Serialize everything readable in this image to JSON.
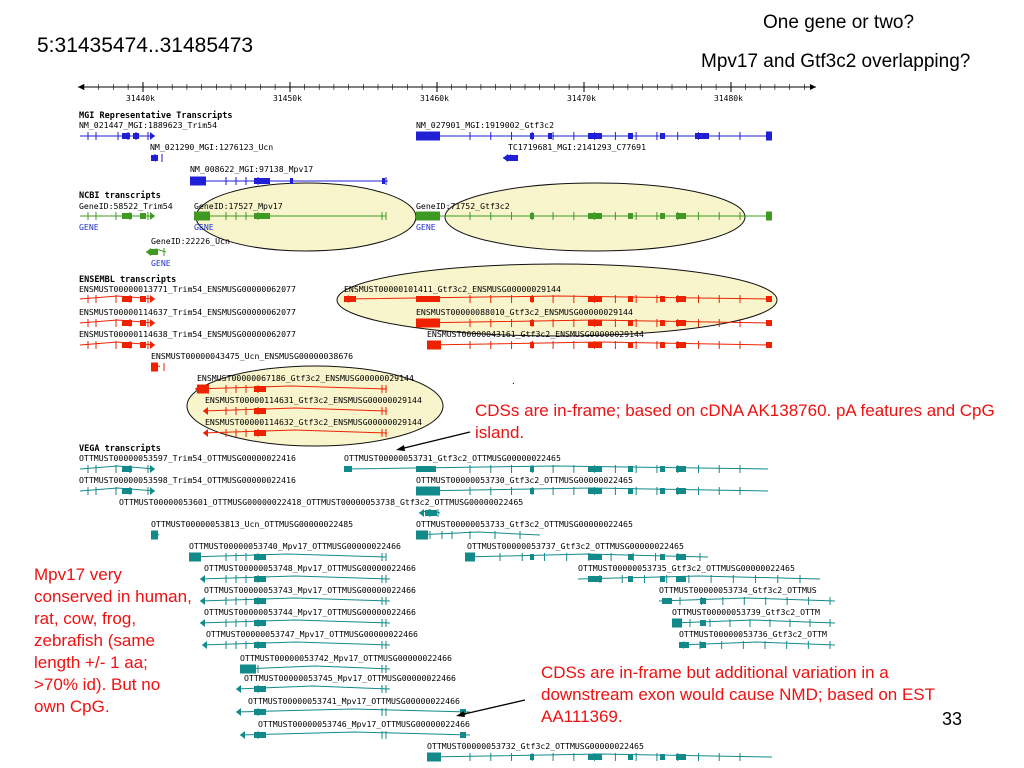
{
  "header": {
    "region": "5:31435474..31485473",
    "question_line1": "One gene or two?",
    "question_line2": "Mpv17 and Gtf3c2 overlapping?",
    "page_number": "33"
  },
  "ruler": {
    "ticks": [
      "31440k",
      "31450k",
      "31460k",
      "31470k",
      "31480k"
    ]
  },
  "sections": {
    "mgi": "MGI Representative Transcripts",
    "ncbi": "NCBI transcripts",
    "ensembl": "ENSEMBL transcripts",
    "vega": "VEGA transcripts"
  },
  "colors": {
    "mgi": "#1f1fd6",
    "ncbi": "#3e9a23",
    "ensembl": "#ee2200",
    "vega": "#138a8a",
    "ellipse_fill": "#f8f5cc",
    "note_red": "#ee1111"
  },
  "labels": {
    "mgi_trim54": "NM_021447_MGI:1889623_Trim54",
    "mgi_gtf3c2": "NM_027901_MGI:1919002_Gtf3c2",
    "mgi_ucn": "NM_021290_MGI:1276123_Ucn",
    "mgi_c77691": "TC1719681_MGI:2141293_C77691",
    "mgi_mpv17": "NM_008622_MGI:97138_Mpv17",
    "ncbi_trim54": "GeneID:58522_Trim54",
    "ncbi_mpv17": "GeneID:17527_Mpv17",
    "ncbi_gtf3c2": "GeneID:71752_Gtf3c2",
    "ncbi_ucn": "GeneID:22226_Ucn",
    "gene": "GENE",
    "ens_1": "ENSMUST00000013771_Trim54_ENSMUSG00000062077",
    "ens_2": "ENSMUST00000114637_Trim54_ENSMUSG00000062077",
    "ens_3": "ENSMUST00000114638_Trim54_ENSMUSG00000062077",
    "ens_4": "ENSMUST00000043475_Ucn_ENSMUSG00000038676",
    "ens_5": "ENSMUST00000101411_Gtf3c2_ENSMUSG00000029144",
    "ens_6": "ENSMUST00000088010_Gtf3c2_ENSMUSG00000029144",
    "ens_7": "ENSMUST00000043161_Gtf3c2_ENSMUSG00000029144",
    "ens_8": "ENSMUST00000067186_Gtf3c2_ENSMUSG00000029144",
    "ens_9": "ENSMUST00000114631_Gtf3c2_ENSMUSG00000029144",
    "ens_10": "ENSMUST00000114632_Gtf3c2_ENSMUSG00000029144",
    "v1": "OTTMUST00000053597_Trim54_OTTMUSG00000022416",
    "v2": "OTTMUST00000053731_Gtf3c2_OTTMUSG00000022465",
    "v3": "OTTMUST00000053598_Trim54_OTTMUSG00000022416",
    "v4": "OTTMUST00000053730_Gtf3c2_OTTMUSG00000022465",
    "v5": "OTTMUST00000053601_OTTMUSG00000022418_OTTMUST00000053738_Gtf3c2_OTTMUSG00000022465",
    "v6": "OTTMUST00000053813_Ucn_OTTMUSG00000022485",
    "v7": "OTTMUST00000053733_Gtf3c2_OTTMUSG00000022465",
    "v8": "OTTMUST00000053740_Mpv17_OTTMUSG00000022466",
    "v9": "OTTMUST00000053737_Gtf3c2_OTTMUSG00000022465",
    "v10": "OTTMUST00000053748_Mpv17_OTTMUSG00000022466",
    "v11": "OTTMUST00000053735_Gtf3c2_OTTMUSG00000022465",
    "v12": "OTTMUST00000053743_Mpv17_OTTMUSG00000022466",
    "v13": "OTTMUST00000053734_Gtf3c2_OTTMUS",
    "v14": "OTTMUST00000053744_Mpv17_OTTMUSG00000022466",
    "v15": "OTTMUST00000053739_Gtf3c2_OTTM",
    "v16": "OTTMUST00000053747_Mpv17_OTTMUSG00000022466",
    "v17": "OTTMUST00000053736_Gtf3c2_OTTM",
    "v18": "OTTMUST00000053742_Mpv17_OTTMUSG00000022466",
    "v19": "OTTMUST00000053745_Mpv17_OTTMUSG00000022466",
    "v20": "OTTMUST00000053741_Mpv17_OTTMUSG00000022466",
    "v21": "OTTMUST00000053746_Mpv17_OTTMUSG00000022466",
    "v22": "OTTMUST00000053732_Gtf3c2_OTTMUSG00000022465"
  },
  "notes": {
    "cds_inframe": "CDSs are in-frame; based on cDNA AK138760. pA features and CpG island.",
    "mpv17": "Mpv17 very conserved in human, rat, cow, frog, zebrafish (same length +/- 1 aa; >70% id). But no own CpG.",
    "cds_nmd": "CDSs are in-frame but additional variation in a downstream exon would cause NMD; based on EST AA111369."
  }
}
